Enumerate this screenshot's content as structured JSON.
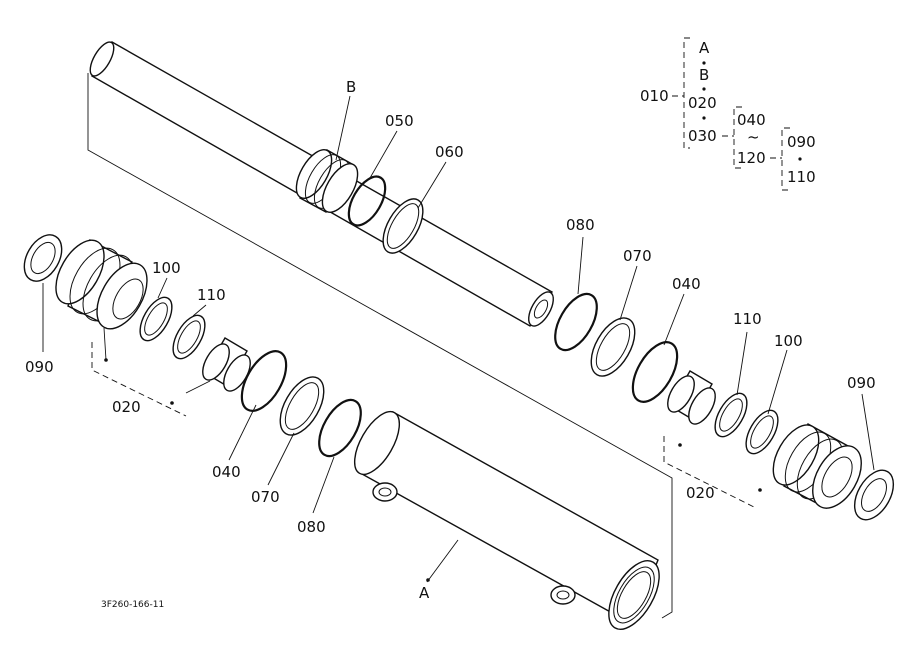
{
  "callouts": {
    "B": "B",
    "A": "A",
    "c050": "050",
    "c060": "060",
    "c080_top": "080",
    "c070_top": "070",
    "c040_top": "040",
    "c110_right": "110",
    "c100_right": "100",
    "c090_right": "090",
    "c020_right": "020",
    "c100_left": "100",
    "c110_left": "110",
    "c090_left": "090",
    "c020_left": "020",
    "c040_bottom": "040",
    "c070_bottom": "070",
    "c080_bottom": "080"
  },
  "tree": {
    "root": "010",
    "a": "A",
    "b": "B",
    "n020": "020",
    "n030": "030",
    "n040": "040",
    "tilde": "~",
    "n120": "120",
    "n090": "090",
    "n110": "110"
  },
  "figure_code": "3F260-166-11"
}
